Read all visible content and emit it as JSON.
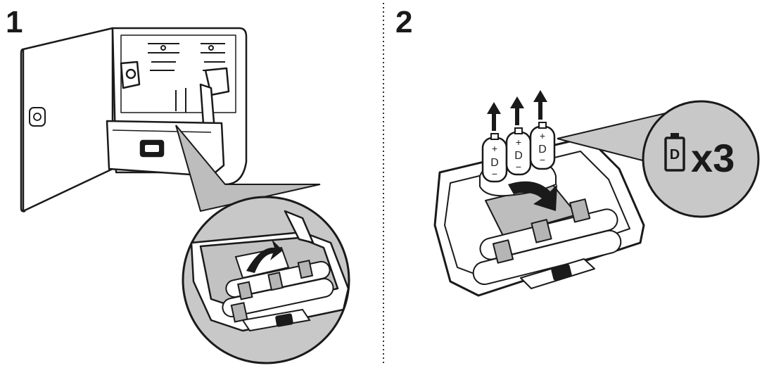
{
  "steps": [
    {
      "number": "1"
    },
    {
      "number": "2"
    }
  ],
  "battery": {
    "plus": "+",
    "minus": "−",
    "letter": "D"
  },
  "callout": {
    "battery_letter": "D",
    "quantity": "x3"
  },
  "colors": {
    "line": "#1a1a1a",
    "callout_fill": "#c8c8c8",
    "roller_band": "#b5b5b5",
    "compartment": "#bdbdbd",
    "divider": "#333333"
  }
}
